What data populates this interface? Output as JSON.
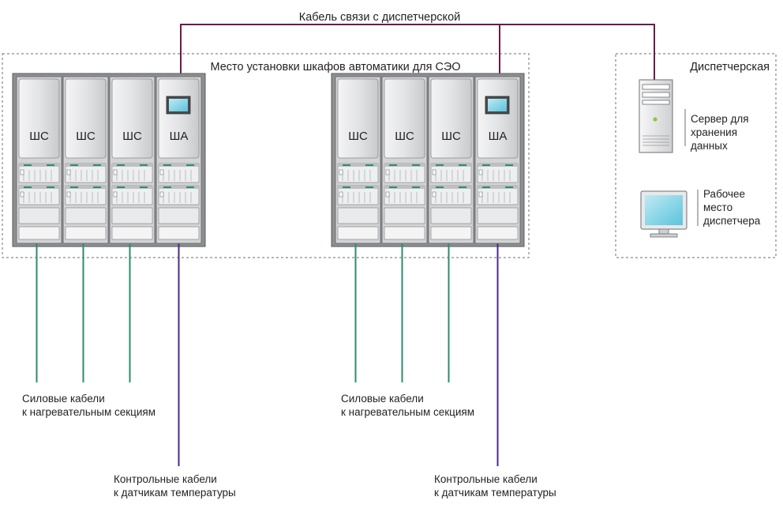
{
  "top_cable_label": "Кабель связи с диспетчерской",
  "automation_zone_label": "Место установки шкафов автоматики для СЭО",
  "dispatch_zone_label": "Диспетчерская",
  "server_label": [
    "Сервер для",
    "хранения",
    "данных"
  ],
  "workstation_label": [
    "Рабочее",
    "место",
    "диспетчера"
  ],
  "left_group": {
    "cabinets": [
      "ШС",
      "ШС",
      "ШС",
      "ША"
    ],
    "power_cables_label": [
      "Силовые кабели",
      "к нагревательным секциям"
    ],
    "control_cables_label": [
      "Контрольные кабели",
      "к датчикам температуры"
    ]
  },
  "right_group": {
    "cabinets": [
      "ШС",
      "ШС",
      "ШС",
      "ША"
    ],
    "power_cables_label": [
      "Силовые кабели",
      "к нагревательным секциям"
    ],
    "control_cables_label": [
      "Контрольные кабели",
      "к датчикам температуры"
    ]
  },
  "colors": {
    "power_cable": "#2e8b6e",
    "control_cable": "#4b2a86",
    "comm_cable": "#6b1a4a",
    "frame": "#5b5b5b",
    "cabinet_fill": "#e6e7e8",
    "screen": "#7fd3e6"
  }
}
